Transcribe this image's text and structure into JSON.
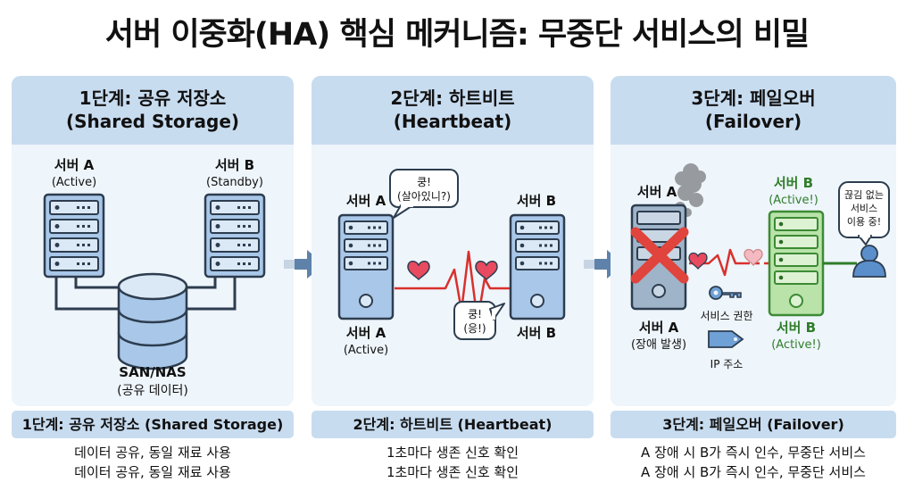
{
  "title": "서버 이중화(HA) 핵심 메커니즘: 무중단 서비스의 비밀",
  "colors": {
    "panel_header": "#c8dcf0",
    "panel_body": "#eef5fb",
    "server_blue": "#a9c7e8",
    "server_green": "#b9e3a9",
    "heartbeat_red": "#d9302c",
    "heart": "#e84a5f",
    "failed_x": "#e0443c",
    "arrow": "#5e82a9"
  },
  "panels": [
    {
      "header_line1": "1단계: 공유 저장소",
      "header_line2": "(Shared Storage)",
      "server_a_name": "서버 A",
      "server_a_role": "(Active)",
      "server_b_name": "서버 B",
      "server_b_role": "(Standby)",
      "storage_name": "SAN/NAS",
      "storage_desc": "(공유 데이터)",
      "footer_title": "1단계: 공유 저장소 (Shared Storage)",
      "footer_lines": [
        "데이터 공유, 동일 재료 사용",
        "데이터 공유, 동일 재료 사용"
      ]
    },
    {
      "header_line1": "2단계: 하트비트",
      "header_line2": "(Heartbeat)",
      "server_a_top": "서버 A",
      "server_b_top": "서버 B",
      "server_a_bottom": "서버 A",
      "server_a_role": "(Active)",
      "server_b_bottom": "서버 B",
      "bubble_top_line1": "쿵!",
      "bubble_top_line2": "(살아있니?)",
      "bubble_bottom_line1": "쿵!",
      "bubble_bottom_line2": "(응!)",
      "footer_title": "2단계: 하트비트 (Heartbeat)",
      "footer_lines": [
        "1초마다 생존 신호 확인",
        "1초마다 생존 신호 확인"
      ]
    },
    {
      "header_line1": "3단계: 페일오버",
      "header_line2": "(Failover)",
      "server_a_top": "서버 A",
      "server_b_top": "서버 B",
      "server_b_top_role": "(Active!)",
      "server_a_bottom": "서버 A",
      "server_a_status": "(장애 발생)",
      "server_b_bottom": "서버 B",
      "server_b_bottom_role": "(Active!)",
      "key_label": "서비스 권한",
      "tag_label": "IP 주소",
      "user_bubble_lines": [
        "끊김 없는",
        "서비스",
        "이용 중!"
      ],
      "footer_title": "3단계: 페일오버 (Failover)",
      "footer_lines": [
        "A 장애 시 B가 즉시 인수, 무중단 서비스",
        "A 장애 시 B가 즉시 인수, 무중단 서비스"
      ]
    }
  ]
}
